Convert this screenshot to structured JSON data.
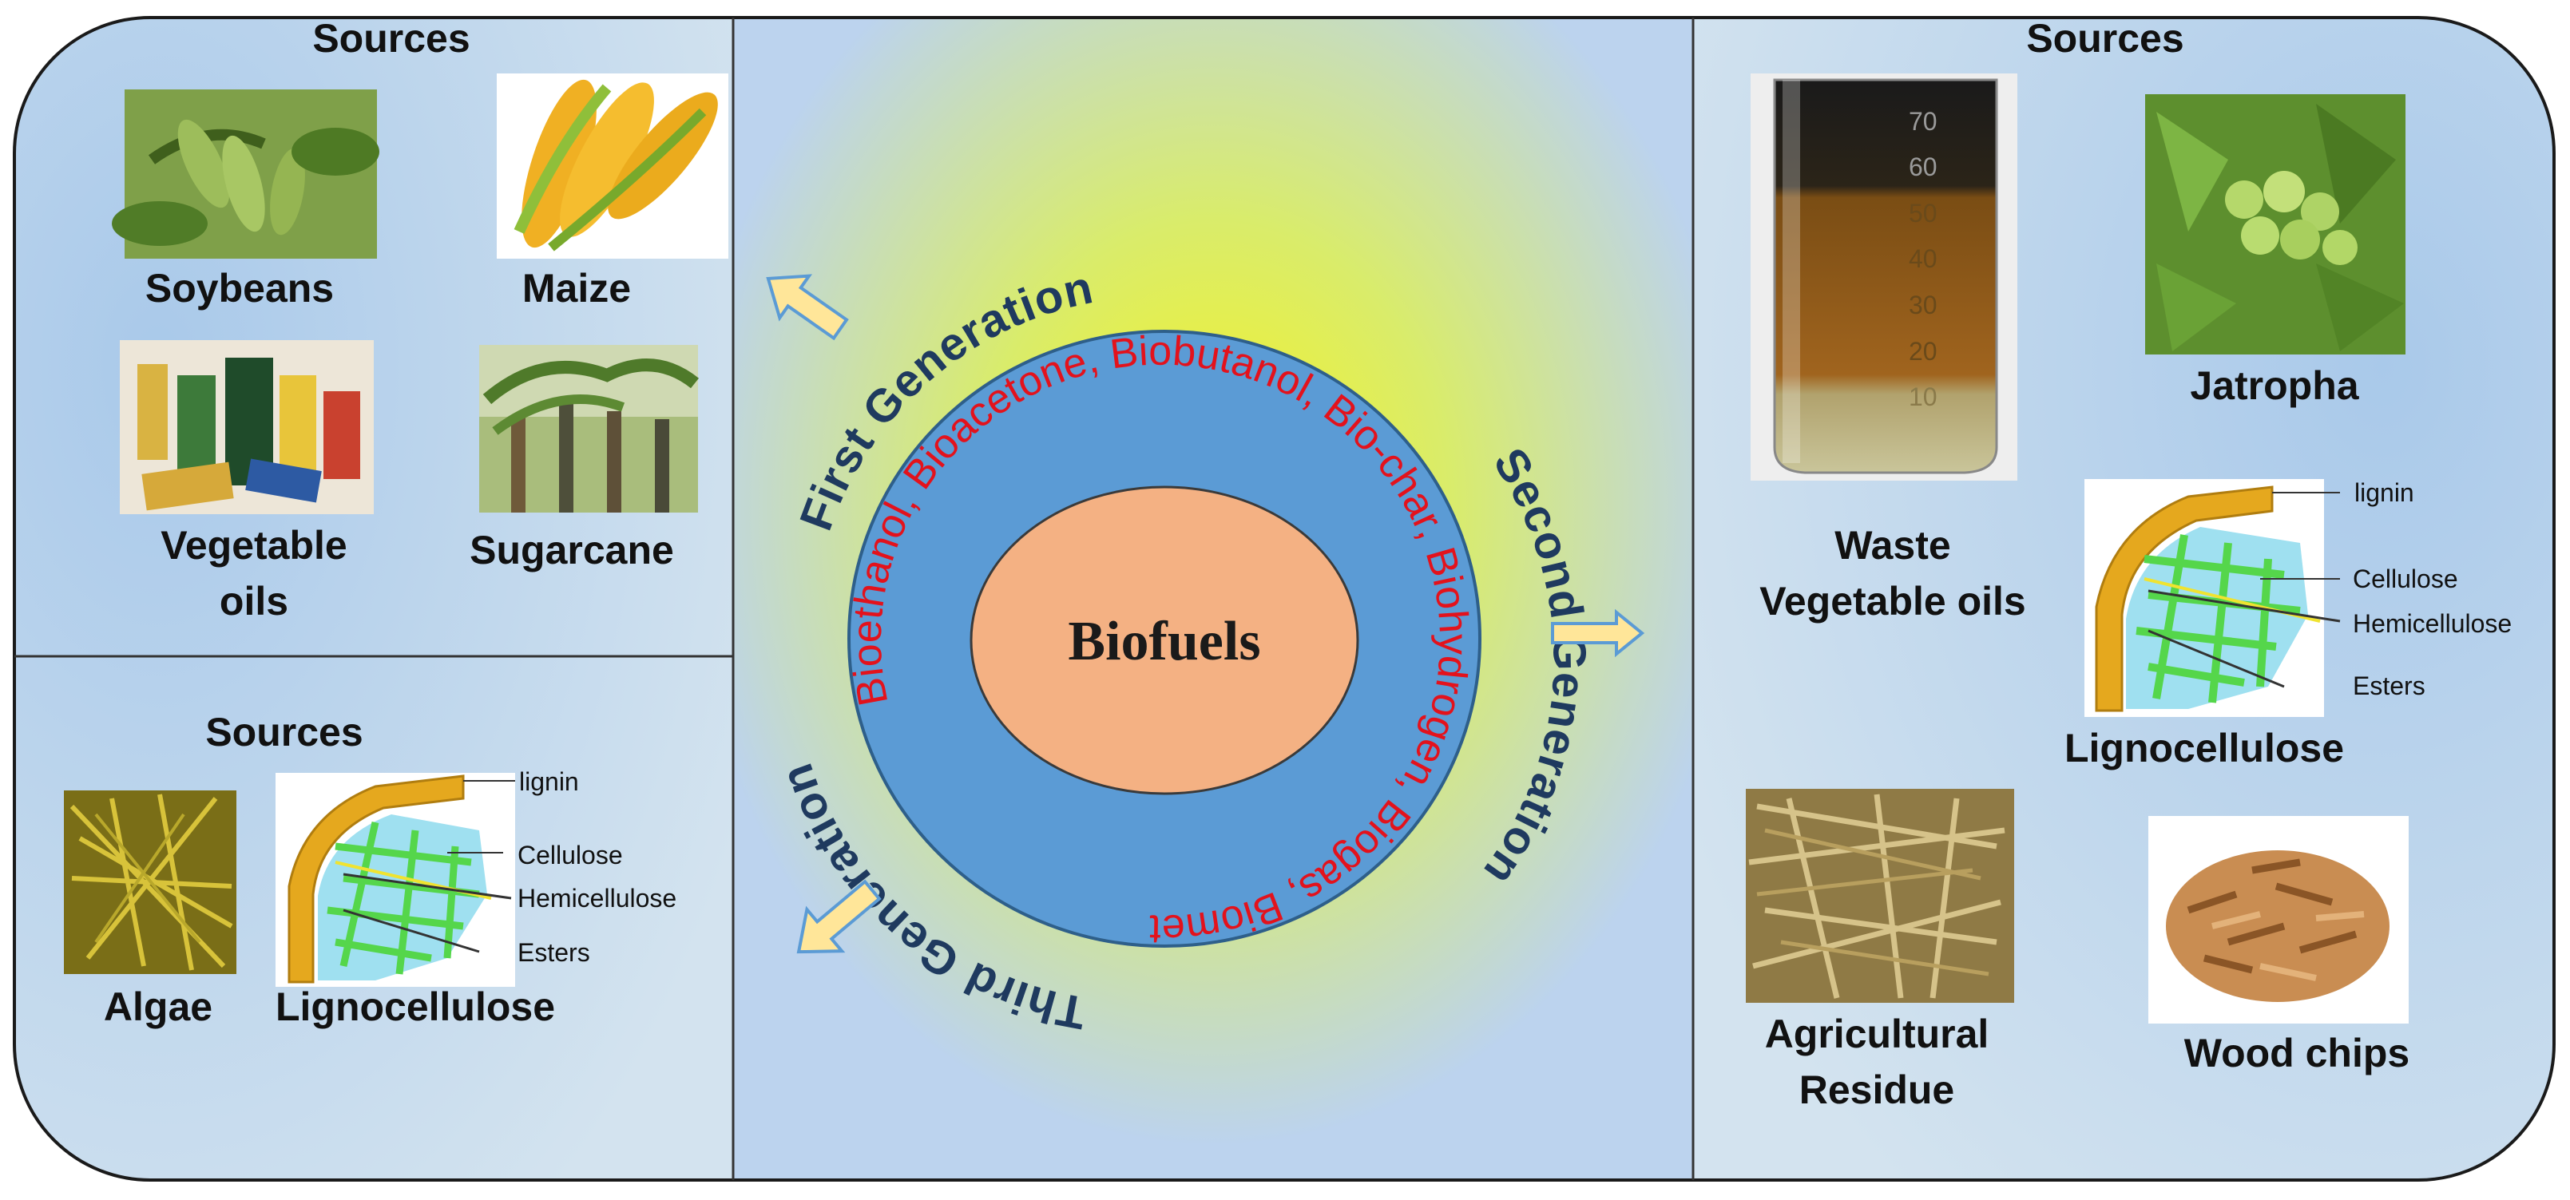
{
  "center": {
    "title": "Biofuels"
  },
  "ring": {
    "products": "Bioethanol, Bioacetone, Biobutanol, Bio-char, Biohydrogen, Biogas, Biomethanol,"
  },
  "generations": {
    "first": "First Generation",
    "second": "Second Generation",
    "third": "Third Generation"
  },
  "left_top": {
    "header": "Sources",
    "items": [
      "Soybeans",
      "Maize",
      "Vegetable",
      "oils",
      "Sugarcane"
    ]
  },
  "left_bottom": {
    "header": "Sources",
    "items": [
      "Algae",
      "Lignocellulose"
    ],
    "diagram_labels": [
      "lignin",
      "Cellulose",
      "Hemicellulose",
      "Esters"
    ]
  },
  "right": {
    "header": "Sources",
    "items": [
      "Waste",
      "Vegetable oils",
      "Jatropha",
      "Lignocellulose",
      "Agricultural",
      "Residue",
      "Wood chips"
    ],
    "diagram_labels": [
      "lignin",
      "Cellulose",
      "Hemicellulose",
      "Esters"
    ],
    "beaker_ticks": [
      "70",
      "60",
      "50",
      "40",
      "30",
      "20",
      "10"
    ]
  },
  "colors": {
    "ring": "#5b9bd5",
    "core": "#f4b183",
    "product_text": "#e3121c",
    "generation_text": "#1f3a5f",
    "arrow_fill": "#ffe699"
  }
}
